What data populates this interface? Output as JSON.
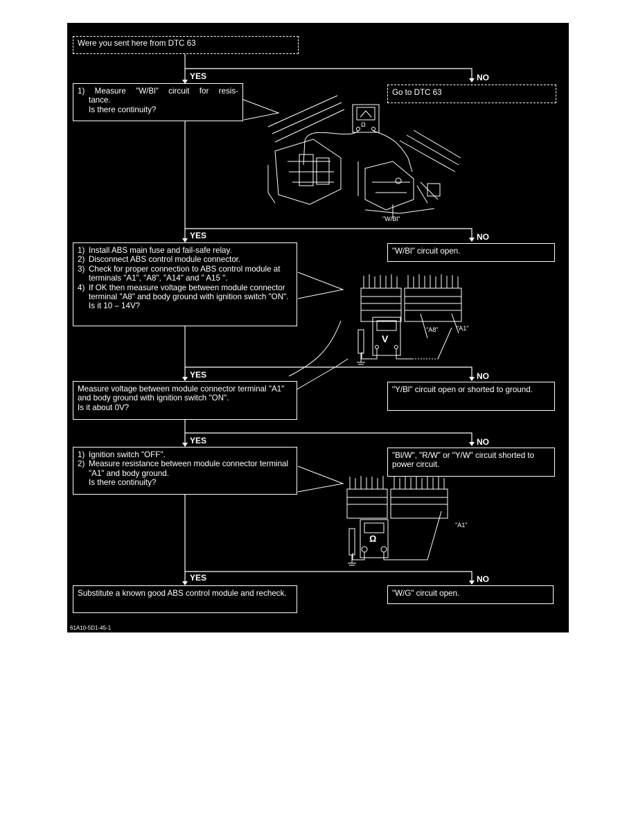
{
  "start": {
    "text": "Were you sent here from DTC 63"
  },
  "labels": {
    "yes": "YES",
    "no": "NO"
  },
  "step1": {
    "q1": "1) Measure \"W/Bl\" circuit for resis-",
    "q2": "tance.",
    "q3": "Is there continuity?",
    "no_text": "Go to DTC 63",
    "callout": "\"W/Bl\""
  },
  "step2": {
    "i1n": "1)",
    "i1": "Install ABS main fuse and fail-safe relay.",
    "i2n": "2)",
    "i2": "Disconnect ABS control module connector.",
    "i3n": "3)",
    "i3": "Check for proper connection to ABS control module at terminals \"A1\", \"A8\", \"A14\" and \" A15 \".",
    "i4n": "4)",
    "i4": "If OK then measure voltage between module connector terminal \"A8\" and body ground with ignition switch \"ON\".",
    "question": "Is it 10 – 14V?",
    "no_text": "\"W/Bl\" circuit open.",
    "callout_a8": "\"A8\"",
    "callout_a1": "\"A1\"",
    "meter": "V"
  },
  "step3": {
    "text": "Measure voltage between module connector terminal \"A1\" and body ground with ignition switch \"ON\".",
    "question": "Is it about 0V?",
    "no_text": "\"Y/Bl\" circuit open or shorted to ground."
  },
  "step4": {
    "i1n": "1)",
    "i1": "Ignition switch \"OFF\".",
    "i2n": "2)",
    "i2": "Measure resistance between module connector terminal \"A1\" and body ground.",
    "question": "Is there continuity?",
    "no_text": "\"Bl/W\", \"R/W\" or \"Y/W\" circuit shorted to power circuit.",
    "callout_a1": "\"A1\"",
    "meter": "Ω"
  },
  "step5": {
    "text": "Substitute a known good ABS control module and recheck.",
    "no_text": "\"W/G\" circuit open."
  },
  "ref_code": "61A10-5D1-45-1"
}
